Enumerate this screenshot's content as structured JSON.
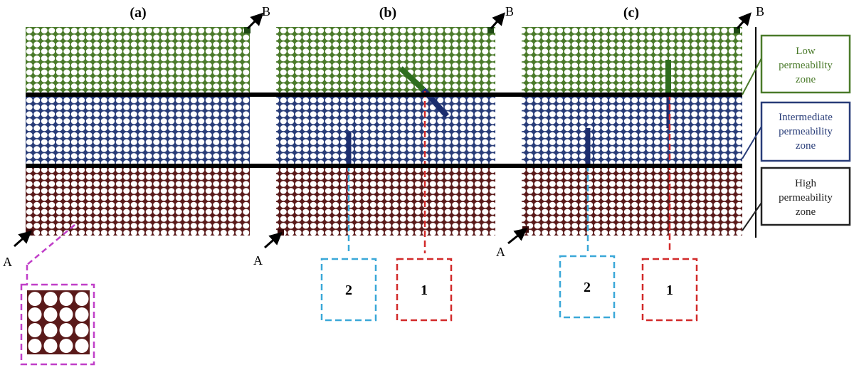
{
  "panels": [
    {
      "id": "a",
      "label": "(a)",
      "inlet_label": "A",
      "outlet_label": "B",
      "fractures": [],
      "boxes": []
    },
    {
      "id": "b",
      "label": "(b)",
      "inlet_label": "A",
      "outlet_label": "B",
      "fractures": [
        "inclined crossing low and intermediate zones",
        "vertical in intermediate zone"
      ],
      "boxes": [
        {
          "label": "2",
          "color": "#3aa8d8"
        },
        {
          "label": "1",
          "color": "#d22a2a"
        }
      ]
    },
    {
      "id": "c",
      "label": "(c)",
      "inlet_label": "A",
      "outlet_label": "B",
      "fractures": [
        "vertical crossing low and intermediate zones",
        "vertical in intermediate zone"
      ],
      "boxes": [
        {
          "label": "2",
          "color": "#3aa8d8"
        },
        {
          "label": "1",
          "color": "#d22a2a"
        }
      ]
    }
  ],
  "zones": [
    {
      "name": "low",
      "label_lines": [
        "Low",
        "permeability",
        "zone"
      ],
      "color": "#4a7a2a"
    },
    {
      "name": "intermediate",
      "label_lines": [
        "Intermediate",
        "permeability",
        "zone"
      ],
      "color": "#283c78"
    },
    {
      "name": "high",
      "label_lines": [
        "High",
        "permeability",
        "zone"
      ],
      "color": "#222222"
    }
  ],
  "colors": {
    "low_zone": "#4a7a2a",
    "intermediate_zone": "#283c78",
    "high_zone": "#5a1a1a",
    "boundary": "#000000",
    "magnifier": "#c03ec8",
    "box_1": "#d22a2a",
    "box_2": "#3aa8d8"
  }
}
